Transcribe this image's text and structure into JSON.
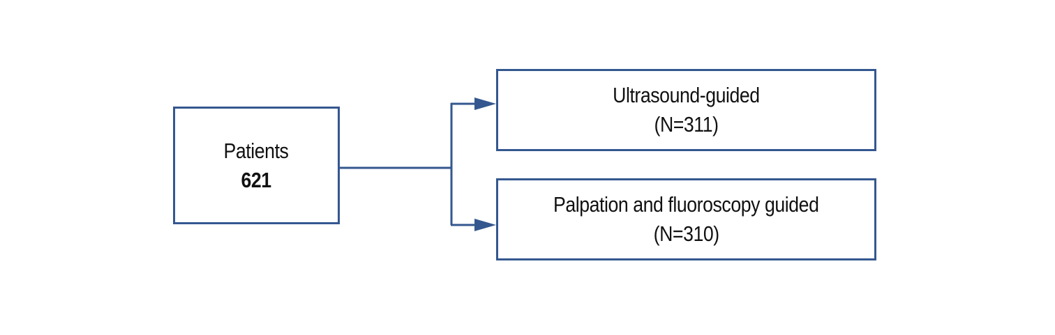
{
  "colors": {
    "stroke": "#34578f",
    "text": "#111111",
    "background": "#ffffff"
  },
  "source": {
    "label": "Patients",
    "count": "621"
  },
  "arms": [
    {
      "label": "Ultrasound-guided",
      "count": "(N=311)"
    },
    {
      "label": "Palpation and fluoroscopy guided",
      "count": "(N=310)"
    }
  ]
}
